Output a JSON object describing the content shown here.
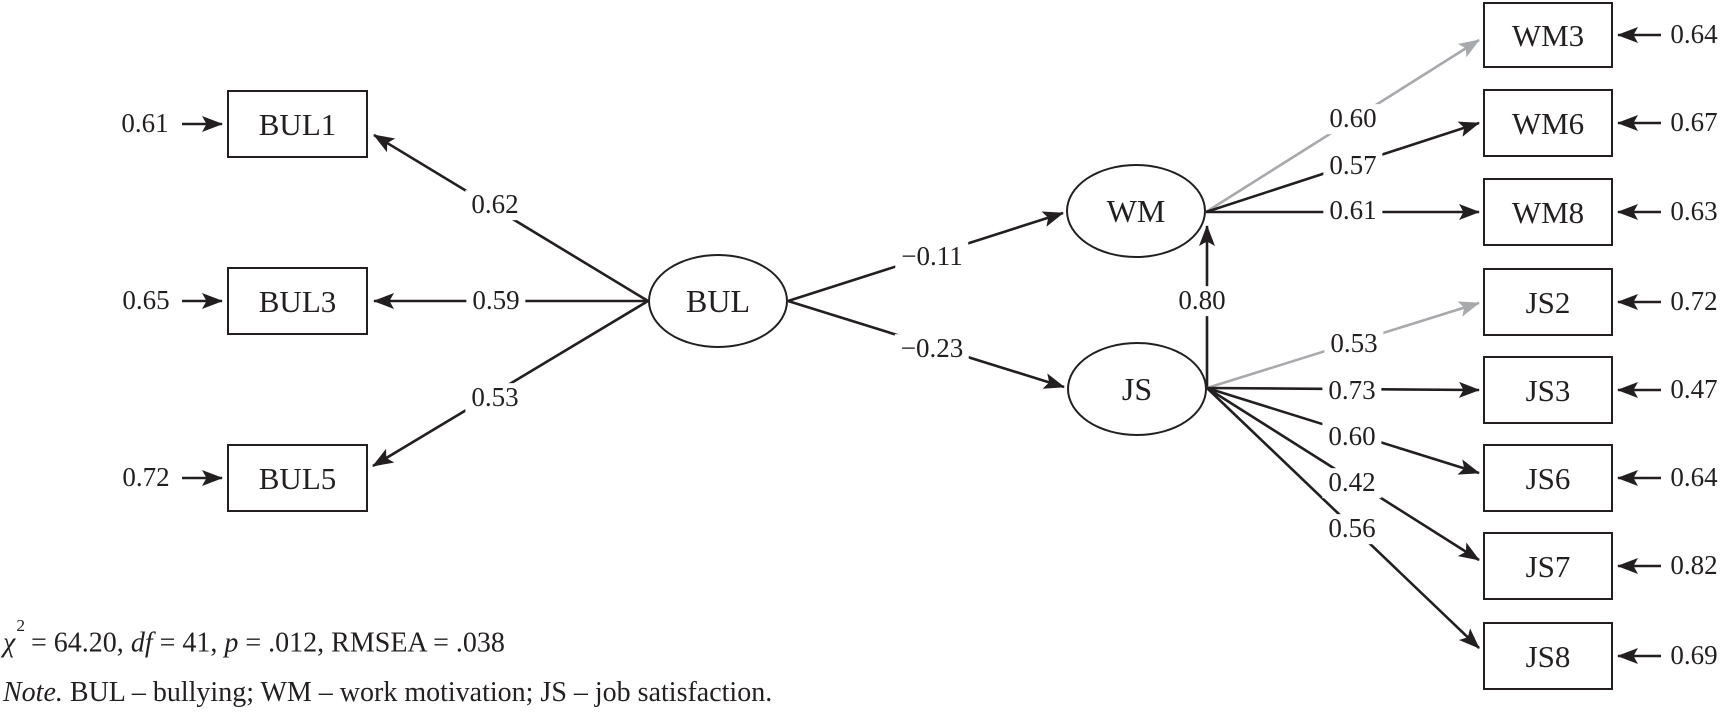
{
  "diagram": {
    "latents": {
      "bul": {
        "label": "BUL"
      },
      "wm": {
        "label": "WM"
      },
      "js": {
        "label": "JS"
      }
    },
    "indicators": {
      "bul1": {
        "label": "BUL1",
        "error": "0.61",
        "loading": "0.62"
      },
      "bul3": {
        "label": "BUL3",
        "error": "0.65",
        "loading": "0.59"
      },
      "bul5": {
        "label": "BUL5",
        "error": "0.72",
        "loading": "0.53"
      },
      "wm3": {
        "label": "WM3",
        "error": "0.64",
        "loading": "0.60"
      },
      "wm6": {
        "label": "WM6",
        "error": "0.67",
        "loading": "0.57"
      },
      "wm8": {
        "label": "WM8",
        "error": "0.63",
        "loading": "0.61"
      },
      "js2": {
        "label": "JS2",
        "error": "0.72",
        "loading": "0.53"
      },
      "js3": {
        "label": "JS3",
        "error": "0.47",
        "loading": "0.73"
      },
      "js6": {
        "label": "JS6",
        "error": "0.64",
        "loading": "0.60"
      },
      "js7": {
        "label": "JS7",
        "error": "0.82",
        "loading": "0.42"
      },
      "js8": {
        "label": "JS8",
        "error": "0.69",
        "loading": "0.56"
      }
    },
    "paths": {
      "bul_wm": "−0.11",
      "bul_js": "−0.23",
      "js_wm": "0.80"
    }
  },
  "footer": {
    "fit": {
      "chi": "χ",
      "sup": "2",
      "part1": " = 64.20, ",
      "df": "df",
      "part2": " = 41, ",
      "p": "p",
      "part3": " = .012, RMSEA = .038"
    },
    "note": {
      "prefix": "Note.",
      "text": " BUL – bullying; WM – work motivation; JS – job satisfaction."
    }
  },
  "colors": {
    "ink": "#231f20",
    "gray_path": "#a7a9ac"
  }
}
